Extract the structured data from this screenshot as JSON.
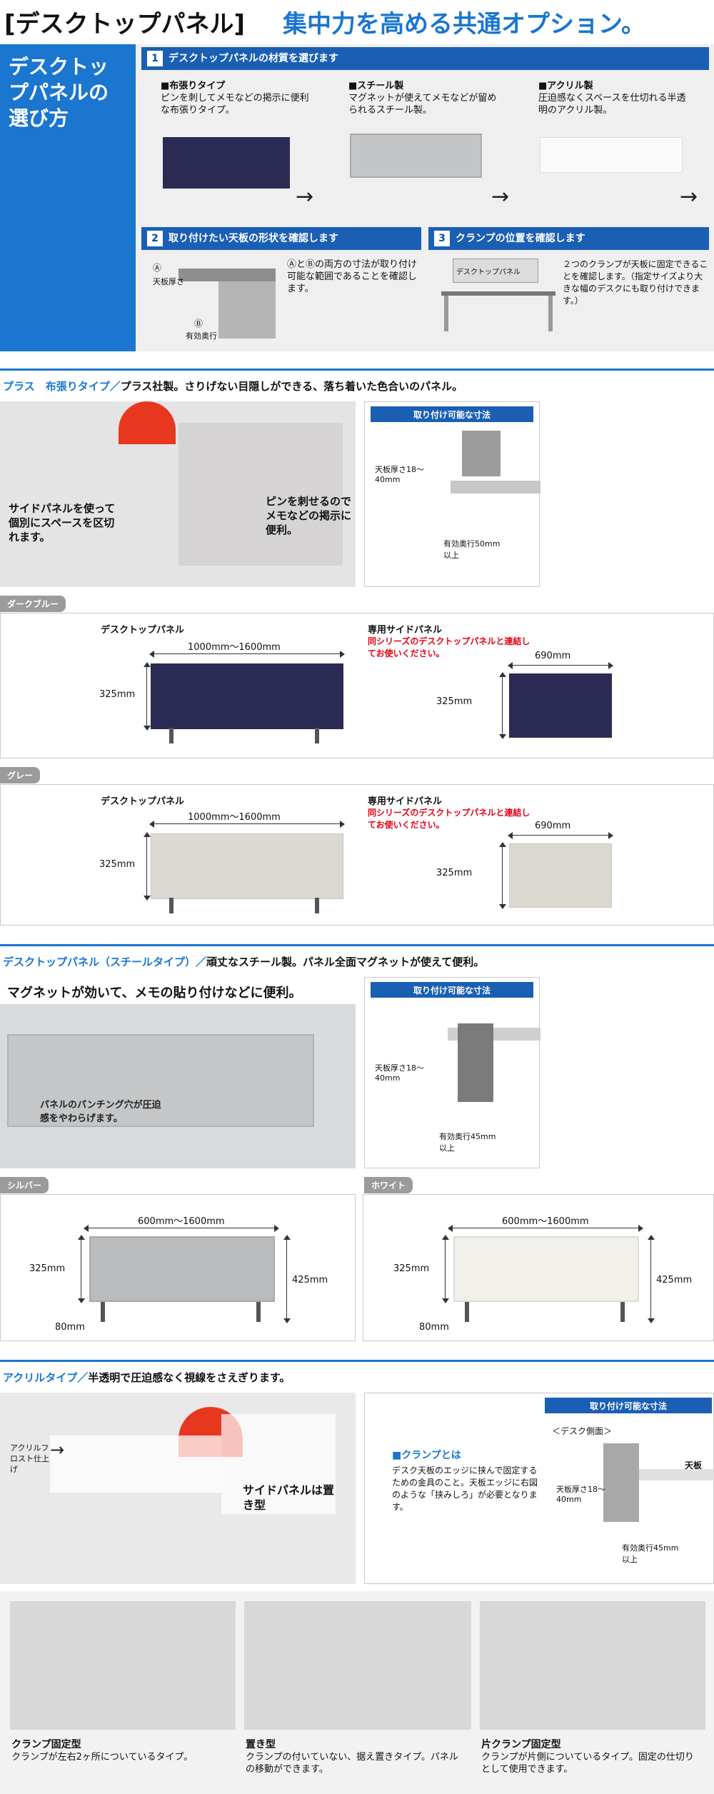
{
  "header": {
    "bracket_title": "[デスクトップパネル]",
    "catch": "集中力を高める共通オプション。"
  },
  "guide": {
    "side_title": "デスクトップパネルの選び方",
    "step1": {
      "num": "1",
      "title": "デスクトップパネルの材質を選びます"
    },
    "materials": [
      {
        "name": "■布張りタイプ",
        "desc": "ピンを刺してメモなどの掲示に便利な布張りタイプ。"
      },
      {
        "name": "■スチール製",
        "desc": "マグネットが使えてメモなどが留められるスチール製。"
      },
      {
        "name": "■アクリル製",
        "desc": "圧迫感なくスペースを仕切れる半透明のアクリル製。"
      }
    ],
    "step2": {
      "num": "2",
      "title": "取り付けたい天板の形状を確認します",
      "mark_a": "Ⓐ",
      "label_a": "天板厚さ",
      "mark_b": "Ⓑ",
      "label_b": "有効奥行",
      "desc": "ⒶとⒷの両方の寸法が取り付け可能な範囲であることを確認します。"
    },
    "step3": {
      "num": "3",
      "title": "クランプの位置を確認します",
      "panel_label": "デスクトップパネル",
      "desc": "２つのクランプが天板に固定できることを確認します。（指定サイズより大きな幅のデスクにも取り付けできます。）"
    }
  },
  "plus": {
    "title_a": "プラス　布張りタイプ／",
    "title_b": "プラス社製。さりげない目隠しができる、落ち着いた色合いのパネル。",
    "note_side": "サイドパネルを使って個別にスペースを区切れます。",
    "note_pin": "ピンを刺せるのでメモなどの掲示に便利。",
    "mount_title": "取り付け可能な寸法",
    "mount_thick": "天板厚さ18～40mm",
    "mount_depth": "有効奥行50mm以上",
    "colors": [
      {
        "tag": "ダークブルー",
        "panel": "デスクトップパネル",
        "width": "1000mm～1600mm",
        "height": "325mm",
        "side": "専用サイドパネル",
        "side_note": "同シリーズのデスクトップパネルと連結してお使いください。",
        "side_width": "690mm",
        "side_height": "325mm",
        "fill": "#2a2a52"
      },
      {
        "tag": "グレー",
        "panel": "デスクトップパネル",
        "width": "1000mm～1600mm",
        "height": "325mm",
        "side": "専用サイドパネル",
        "side_note": "同シリーズのデスクトップパネルと連結してお使いください。",
        "side_width": "690mm",
        "side_height": "325mm",
        "fill": "#dcd8d2"
      }
    ]
  },
  "steel": {
    "title_a": "デスクトップパネル（スチールタイプ）／",
    "title_b": "頑丈なスチール製。パネル全面マグネットが使えて便利。",
    "photo_caption": "マグネットが効いて、メモの貼り付けなどに便利。",
    "photo_note": "パネルのパンチング穴が圧迫感をやわらげます。",
    "mount_title": "取り付け可能な寸法",
    "mount_thick": "天板厚さ18～40mm",
    "mount_depth": "有効奥行45mm以上",
    "colors": [
      {
        "tag": "シルバー",
        "width": "600mm～1600mm",
        "height": "325mm",
        "total": "425mm",
        "foot": "80mm",
        "fill": "#b9bbbd"
      },
      {
        "tag": "ホワイト",
        "width": "600mm～1600mm",
        "height": "325mm",
        "total": "425mm",
        "foot": "80mm",
        "fill": "#f1efea"
      }
    ]
  },
  "acrylic": {
    "title_a": "アクリルタイプ／",
    "title_b": "半透明で圧迫感なく視線をさえぎります。",
    "frost": "アクリルフロスト仕上げ",
    "side_note": "サイドパネルは置き型",
    "clamp_heading": "■クランプとは",
    "clamp_desc": "デスク天板のエッジに挟んで固定するための金具のこと。天板エッジに右図のような「挟みしろ」が必要となります。",
    "mount_title": "取り付け可能な寸法",
    "desk_side": "＜デスク側面＞",
    "tenban": "天板",
    "mount_thick": "天板厚さ18～40mm",
    "mount_depth": "有効奥行45mm以上",
    "types": [
      {
        "name": "クランプ固定型",
        "desc": "クランプが左右2ヶ所についているタイプ。"
      },
      {
        "name": "置き型",
        "desc": "クランプの付いていない、据え置きタイプ。パネルの移動ができます。"
      },
      {
        "name": "片クランプ固定型",
        "desc": "クランプが片側についているタイプ。固定の仕切りとして使用できます。"
      }
    ]
  }
}
